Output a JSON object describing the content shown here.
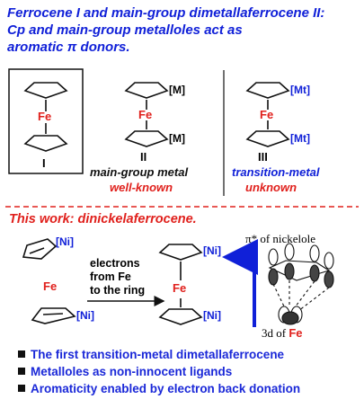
{
  "header": {
    "line1": "Ferrocene I and main-group dimetallaferrocene II:",
    "line2": "Cp and main-group metalloles act as",
    "line3": "aromatic π donors."
  },
  "structures": {
    "fe": "Fe",
    "metal_M": "[M]",
    "metal_Mt": "[Mt]",
    "metal_Ni": "[Ni]",
    "label_I": "I",
    "label_II": "II",
    "label_III": "III"
  },
  "captions": {
    "main_group": "main-group metal",
    "well_known": "well-known",
    "transition": "transition-metal",
    "unknown": "unknown"
  },
  "this_work": "This work: dinickelaferrocene.",
  "arrow_text": {
    "line1": "electrons",
    "line2": "from Fe",
    "line3": "to the ring"
  },
  "orbital": {
    "top_label": "π* of nickelole",
    "bottom_prefix": "3d of ",
    "bottom_fe": "Fe"
  },
  "bullets": [
    "The first transition-metal dimetallaferrocene",
    "Metalloles as non-innocent ligands",
    "Aromaticity enabled by electron back donation"
  ],
  "colors": {
    "blue": "#1020d8",
    "red": "#e0201c",
    "black": "#111111"
  }
}
